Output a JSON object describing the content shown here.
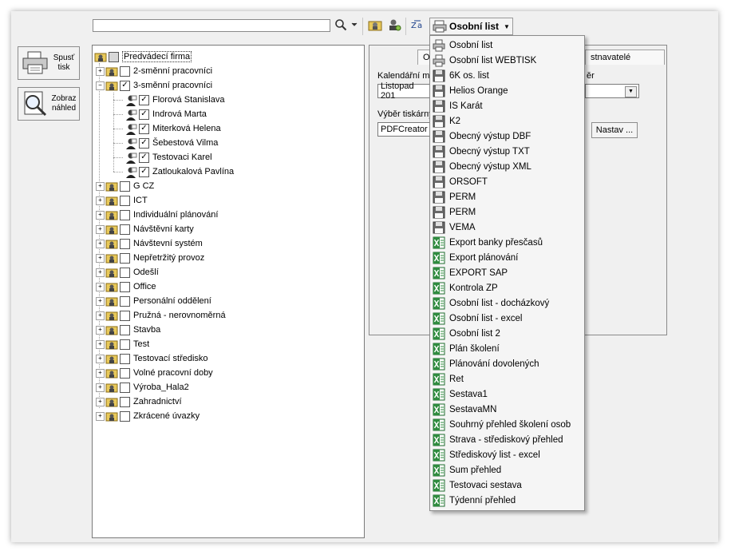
{
  "toolbar": {
    "search_value": "",
    "profile_label": "Osobní list"
  },
  "side_buttons": [
    {
      "label": "Spusť tisk"
    },
    {
      "label": "Zobraz náhled"
    }
  ],
  "tree": {
    "root": "Predvádecí firma",
    "groups": [
      {
        "label": "2-směnní pracovníci",
        "checked": false
      },
      {
        "label": "3-směnní pracovníci",
        "checked": true,
        "expanded": true,
        "children": [
          "Florová Stanislava",
          "Indrová Marta",
          "Miterková Helena",
          "Šebestová Vilma",
          "Testovaci Karel",
          "Zatloukalová Pavlína"
        ]
      },
      {
        "label": "G CZ",
        "checked": false
      },
      {
        "label": "ICT",
        "checked": false
      },
      {
        "label": "Individuální plánování",
        "checked": false
      },
      {
        "label": "Návštěvní karty",
        "checked": false
      },
      {
        "label": "Návštevní systém",
        "checked": false
      },
      {
        "label": "Nepřetržitý provoz",
        "checked": false
      },
      {
        "label": "Odešlí",
        "checked": false
      },
      {
        "label": "Office",
        "checked": false
      },
      {
        "label": "Personální oddělení",
        "checked": false
      },
      {
        "label": "Pružná - nerovnoměrná",
        "checked": false
      },
      {
        "label": "Stavba",
        "checked": false
      },
      {
        "label": "Test",
        "checked": false
      },
      {
        "label": "Testovací středisko",
        "checked": false
      },
      {
        "label": "Volné pracovní doby",
        "checked": false
      },
      {
        "label": "Výroba_Hala2",
        "checked": false
      },
      {
        "label": "Zahradnictví",
        "checked": false
      },
      {
        "label": "Zkrácené úvazky",
        "checked": false
      }
    ]
  },
  "right_panel": {
    "tab_left_partial": "O",
    "tab_right_partial": "stnavatelé",
    "calendar_label": "Kalendářní m",
    "calendar_value": "Listopad 201",
    "right_label_partial": "ěr",
    "printer_label": "Výběr tiskárny",
    "printer_value": "PDFCreator",
    "settings_button": "Nastav ..."
  },
  "dropdown_items": [
    {
      "label": "Osobní list",
      "icon": "printer-icon"
    },
    {
      "label": "Osobní list WEBTISK",
      "icon": "printer-icon"
    },
    {
      "label": "6K os. list",
      "icon": "floppy-icon"
    },
    {
      "label": "Helios Orange",
      "icon": "floppy-icon"
    },
    {
      "label": "IS Karát",
      "icon": "floppy-icon"
    },
    {
      "label": "K2",
      "icon": "floppy-icon"
    },
    {
      "label": "Obecný výstup DBF",
      "icon": "floppy-icon"
    },
    {
      "label": "Obecný výstup TXT",
      "icon": "floppy-icon"
    },
    {
      "label": "Obecný výstup XML",
      "icon": "floppy-icon"
    },
    {
      "label": "ORSOFT",
      "icon": "floppy-icon"
    },
    {
      "label": "PERM",
      "icon": "floppy-icon"
    },
    {
      "label": "PERM",
      "icon": "floppy-icon"
    },
    {
      "label": "VEMA",
      "icon": "floppy-icon"
    },
    {
      "label": "Export banky přesčasů",
      "icon": "excel-icon"
    },
    {
      "label": "Export plánování",
      "icon": "excel-icon"
    },
    {
      "label": "EXPORT SAP",
      "icon": "excel-icon"
    },
    {
      "label": "Kontrola ZP",
      "icon": "excel-icon"
    },
    {
      "label": "Osobní list - docházkový",
      "icon": "excel-icon"
    },
    {
      "label": "Osobní list - excel",
      "icon": "excel-icon"
    },
    {
      "label": "Osobní list 2",
      "icon": "excel-icon"
    },
    {
      "label": "Plán školení",
      "icon": "excel-icon"
    },
    {
      "label": "Plánování dovolených",
      "icon": "excel-icon"
    },
    {
      "label": "Ret",
      "icon": "excel-icon"
    },
    {
      "label": "Sestava1",
      "icon": "excel-icon"
    },
    {
      "label": "SestavaMN",
      "icon": "excel-icon"
    },
    {
      "label": "Souhrný přehled školení osob",
      "icon": "excel-icon"
    },
    {
      "label": "Strava - střediskový přehled",
      "icon": "excel-icon"
    },
    {
      "label": "Střediskový list - excel",
      "icon": "excel-icon"
    },
    {
      "label": "Sum přehled",
      "icon": "excel-icon"
    },
    {
      "label": "Testovaci sestava",
      "icon": "excel-icon"
    },
    {
      "label": "Týdenní přehled",
      "icon": "excel-icon"
    }
  ]
}
